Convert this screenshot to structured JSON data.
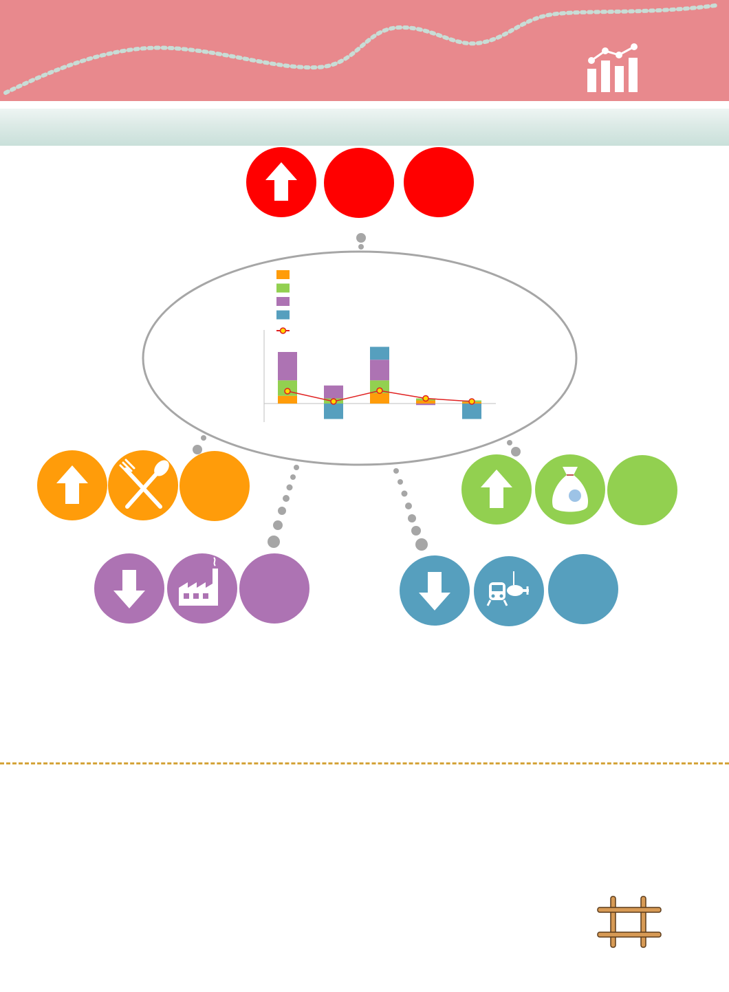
{
  "colors": {
    "banner": "#e8898d",
    "band": "#d6e8e3",
    "red": "#ff0000",
    "orange": "#ff9c0a",
    "green": "#92d050",
    "purple": "#ad73b3",
    "blue": "#569fbe",
    "connector": "#a6a6a6",
    "dashed": "#d4a43a",
    "line_series": "#e02020"
  },
  "icons": {
    "banner": "bar-chart-trend-icon",
    "top_up": "arrow-up-icon",
    "orange_up": "arrow-up-icon",
    "orange_symbol": "fork-spoon-icon",
    "green_up": "arrow-up-icon",
    "green_symbol": "money-bag-icon",
    "purple_down": "arrow-down-icon",
    "purple_symbol": "factory-icon",
    "blue_down": "arrow-down-icon",
    "blue_symbol": "train-plane-icon",
    "corner": "bamboo-frame-icon"
  },
  "chart_data": {
    "type": "bar",
    "stacked": true,
    "categories": [
      "",
      "",
      "",
      "",
      ""
    ],
    "series": [
      {
        "color": "#ff9c0a",
        "values": [
          1.5,
          0,
          2.0,
          0.6,
          0.3
        ]
      },
      {
        "color": "#92d050",
        "values": [
          3.0,
          1.0,
          2.5,
          0.4,
          0.3
        ]
      },
      {
        "color": "#ad73b3",
        "values": [
          5.5,
          2.5,
          4.0,
          -0.3,
          0
        ]
      },
      {
        "color": "#569fbe",
        "values": [
          0,
          -3.0,
          2.5,
          0,
          -3.0
        ]
      }
    ],
    "line": {
      "color": "#e02020",
      "marker": "#ffd700",
      "values": [
        2.4,
        0.4,
        2.5,
        1.0,
        0.4
      ]
    },
    "ylim": [
      -4,
      14
    ],
    "legend": "top-left"
  }
}
